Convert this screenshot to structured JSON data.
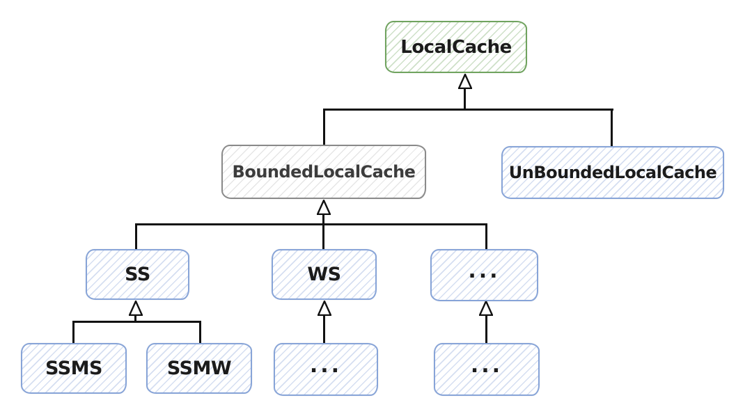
{
  "diagram": {
    "type": "class-inheritance-diagram",
    "style": "hand-drawn-sketch",
    "colors": {
      "root_node_border": "#6fa35e",
      "abstract_node_border": "#8a8a8a",
      "node_border_blue": "#87a4d8",
      "connector": "#111111",
      "text": "#1b1b1b",
      "background": "#ffffff"
    },
    "nodes": [
      {
        "id": "localcache",
        "label": "LocalCache",
        "variant": "green"
      },
      {
        "id": "boundedlocalcache",
        "label": "BoundedLocalCache",
        "variant": "gray"
      },
      {
        "id": "unboundedlocalcache",
        "label": "UnBoundedLocalCache",
        "variant": "blue"
      },
      {
        "id": "ss",
        "label": "SS",
        "variant": "blue"
      },
      {
        "id": "ws",
        "label": "WS",
        "variant": "blue"
      },
      {
        "id": "ellipsis-row3",
        "label": "...",
        "variant": "blue"
      },
      {
        "id": "ssms",
        "label": "SSMS",
        "variant": "blue"
      },
      {
        "id": "ssmw",
        "label": "SSMW",
        "variant": "blue"
      },
      {
        "id": "ellipsis-under-ws",
        "label": "...",
        "variant": "blue"
      },
      {
        "id": "ellipsis-row4",
        "label": "...",
        "variant": "blue"
      }
    ],
    "edges": [
      {
        "from": "BoundedLocalCache",
        "to": "LocalCache",
        "type": "inheritance"
      },
      {
        "from": "UnBoundedLocalCache",
        "to": "LocalCache",
        "type": "inheritance"
      },
      {
        "from": "SS",
        "to": "BoundedLocalCache",
        "type": "inheritance"
      },
      {
        "from": "WS",
        "to": "BoundedLocalCache",
        "type": "inheritance"
      },
      {
        "from": "ellipsis-row3",
        "to": "BoundedLocalCache",
        "type": "inheritance"
      },
      {
        "from": "SSMS",
        "to": "SS",
        "type": "inheritance"
      },
      {
        "from": "SSMW",
        "to": "SS",
        "type": "inheritance"
      },
      {
        "from": "ellipsis-under-ws",
        "to": "WS",
        "type": "inheritance"
      },
      {
        "from": "ellipsis-row4",
        "to": "ellipsis-row3",
        "type": "inheritance"
      }
    ]
  }
}
